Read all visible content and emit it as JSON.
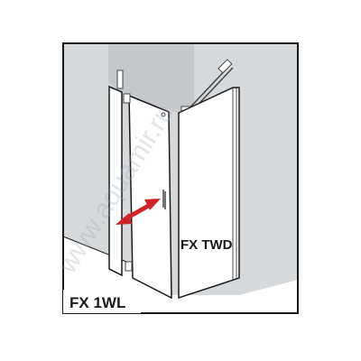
{
  "model_label": "FX 1WL",
  "panel_label": "FX TWD",
  "watermark": "www.aquamir.ru",
  "icons": {
    "door_swing": "double-arrow-icon",
    "handle": "handle-icon",
    "hinge": "hinge-icon",
    "stabilizer": "stabilizer-bar-icon"
  },
  "colors": {
    "wall": "#d6d9dc",
    "corner_shadow": "#c4c8cc",
    "floor": "#ffffff",
    "outline": "#1a1a1a",
    "arrow": "#d0242b",
    "glass": "#ffffff",
    "metal": "#444444"
  }
}
